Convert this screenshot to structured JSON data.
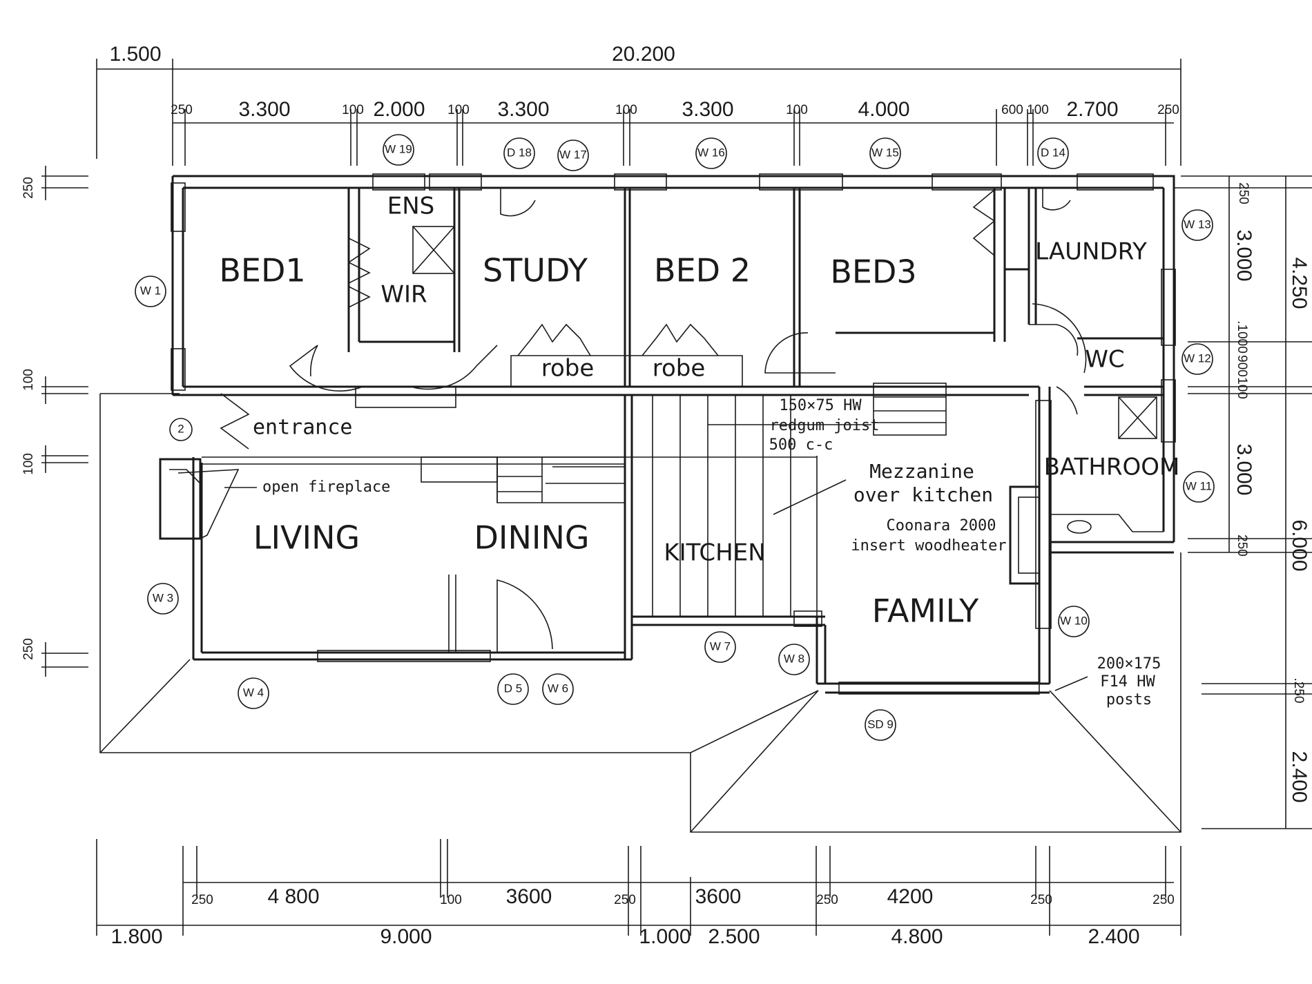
{
  "rooms": {
    "bed1": "BED1",
    "study": "STUDY",
    "bed2": "BED 2",
    "bed3": "BED3",
    "laundry": "LAUNDRY",
    "ens": "ENS",
    "wir": "WIR",
    "wc": "WC",
    "robe_left": "robe",
    "robe_right": "robe",
    "bathroom": "BATHROOM",
    "living": "LIVING",
    "dining": "DINING",
    "kitchen": "KITCHEN",
    "family": "FAMILY"
  },
  "notes": {
    "entrance": "entrance",
    "open_fireplace": "open fireplace",
    "joist_1": "150×75 HW",
    "joist_2": "redgum joist",
    "joist_3": "500 c-c",
    "mezz_1": "Mezzanine",
    "mezz_2": "over kitchen",
    "heater_1": "Coonara 2000",
    "heater_2": "insert woodheater",
    "posts_1": "200×175",
    "posts_2": "F14 HW",
    "posts_3": "posts"
  },
  "top_dims": {
    "overall_left": "1.500",
    "overall": "20.200",
    "d250a": "250",
    "d3300a": "3.300",
    "d100a": "100",
    "d2000": "2.000",
    "d100b": "100",
    "d3300b": "3.300",
    "d100c": "100",
    "d3300c": "3.300",
    "d100d": "100",
    "d4000": "4.000",
    "d600": "600",
    "d100e": "100",
    "d2700": "2.700",
    "d250b": "250"
  },
  "bottom_dims": {
    "d250a": "250",
    "d4800": "4 800",
    "d100": "100",
    "d3600a": "3600",
    "d250b": "250",
    "d3600b": "3600",
    "d250c": "250",
    "d4200": "4200",
    "d250d": "250",
    "d250e": "250",
    "o1800": "1.800",
    "o9000": "9.000",
    "o1000": "1.000",
    "o2500": "2.500",
    "o4800": "4.800",
    "o2400": "2.400"
  },
  "left_dims": {
    "d250a": "250",
    "d100a": "100",
    "d100b": "100",
    "d250b": "250"
  },
  "right_dims": {
    "d250a": "250",
    "d3000a": "3.000",
    "d1000": ".1000",
    "d100a": "900",
    "d100b": "100",
    "d3000b": "3.000",
    "d250b": "250",
    "d250c": ".250",
    "o4250": "4.250",
    "o6000": "6.000",
    "o2400": "2.400"
  },
  "tags": {
    "w1": "W 1",
    "w2": "2",
    "w3": "W 3",
    "w4": "W 4",
    "d5": "D 5",
    "w6": "W 6",
    "w7": "W 7",
    "w8": "W 8",
    "sd9": "SD 9",
    "w10": "W 10",
    "w11": "W 11",
    "w12": "W 12",
    "w13": "W 13",
    "d14": "D 14",
    "w15": "W 15",
    "w16": "W 16",
    "w17": "W 17",
    "d18": "D 18",
    "w19": "W 19"
  }
}
